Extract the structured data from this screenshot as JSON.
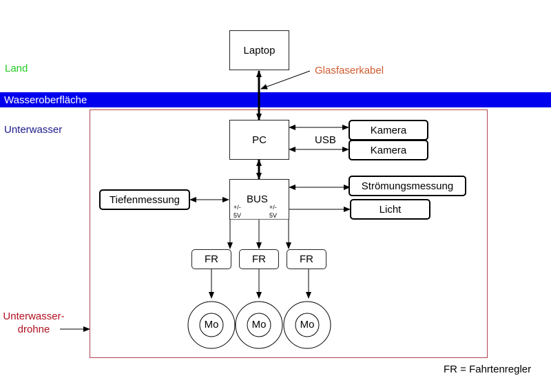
{
  "zones": {
    "land": {
      "label": "Land",
      "color": "#22cc22"
    },
    "surface": {
      "label": "Wasseroberfläche",
      "color": "#0000ee",
      "text_color": "#ffffff"
    },
    "underwater": {
      "label": "Unterwasser",
      "color": "#1a1a8c"
    },
    "drone": {
      "label_line1": "Unterwasser-",
      "label_line2": "drohne",
      "color": "#b01020",
      "border_color": "#b04050"
    }
  },
  "nodes": {
    "laptop": "Laptop",
    "pc": "PC",
    "bus": "BUS",
    "bus_voltage_left_1": "+/-",
    "bus_voltage_left_2": "5V",
    "bus_voltage_right_1": "+/-",
    "bus_voltage_right_2": "5V",
    "camera1": "Kamera",
    "camera2": "Kamera",
    "usb": "USB",
    "depth": "Tiefenmessung",
    "current": "Strömungsmessung",
    "light": "Licht",
    "fr": [
      "FR",
      "FR",
      "FR"
    ],
    "motors": [
      "Mo",
      "Mo",
      "Mo"
    ]
  },
  "annotations": {
    "cable": {
      "label": "Glasfaserkabel",
      "color": "#d05a30"
    },
    "legend": "FR = Fahrtenregler"
  }
}
